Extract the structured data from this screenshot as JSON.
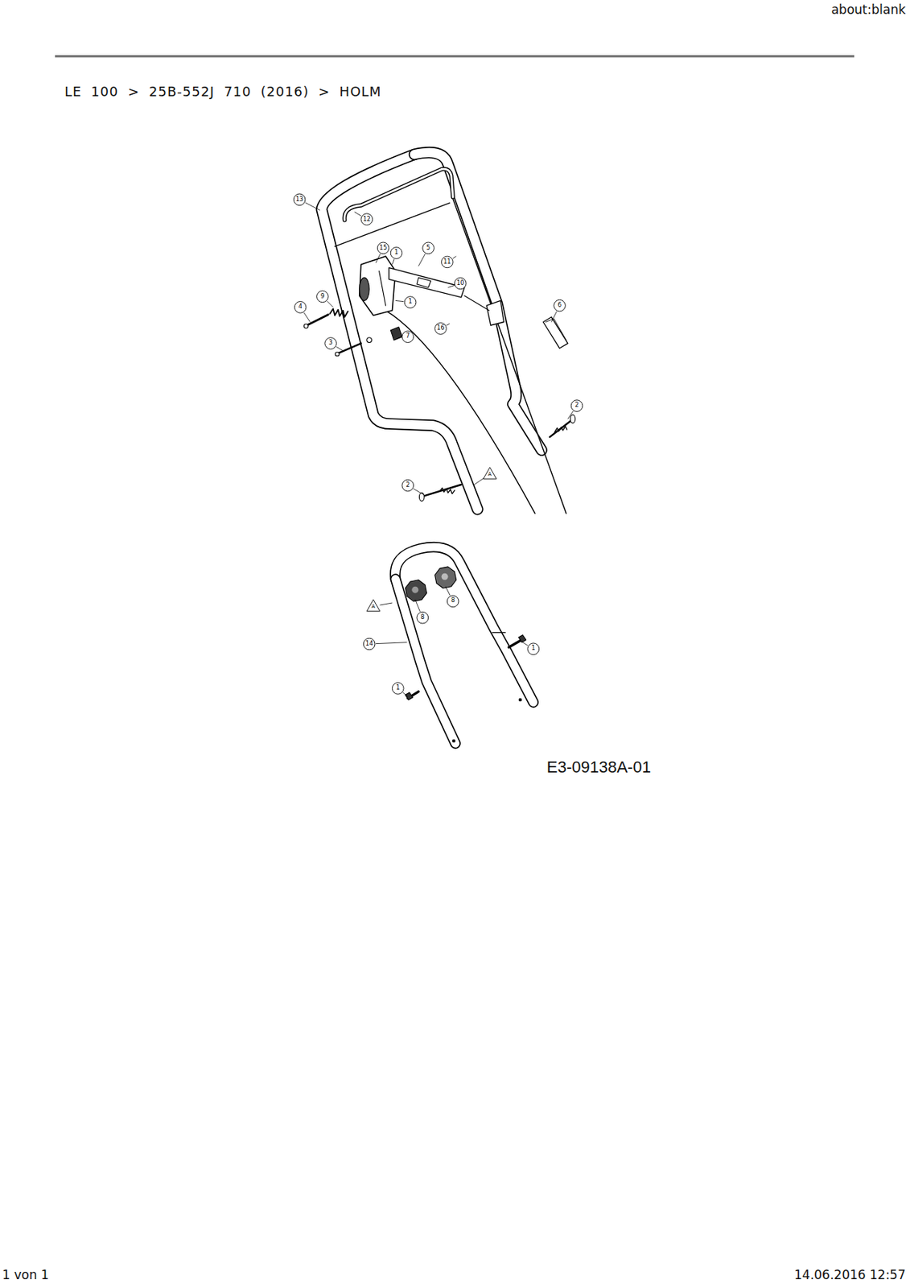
{
  "diagram": {
    "title": "LE 100 > 25B-552J 710 (2016) > HOLM",
    "labels": [
      "about:blank",
      "13",
      "12",
      "15",
      "1",
      "5",
      "11",
      "10",
      "9",
      "4",
      "1",
      "6",
      "7",
      "3",
      "16",
      "2",
      "2",
      "A",
      "A",
      "8",
      "8",
      "14",
      "1",
      "1",
      "E3-09138A-01",
      "1 von 1",
      "14.06.2016 12:57"
    ]
  }
}
